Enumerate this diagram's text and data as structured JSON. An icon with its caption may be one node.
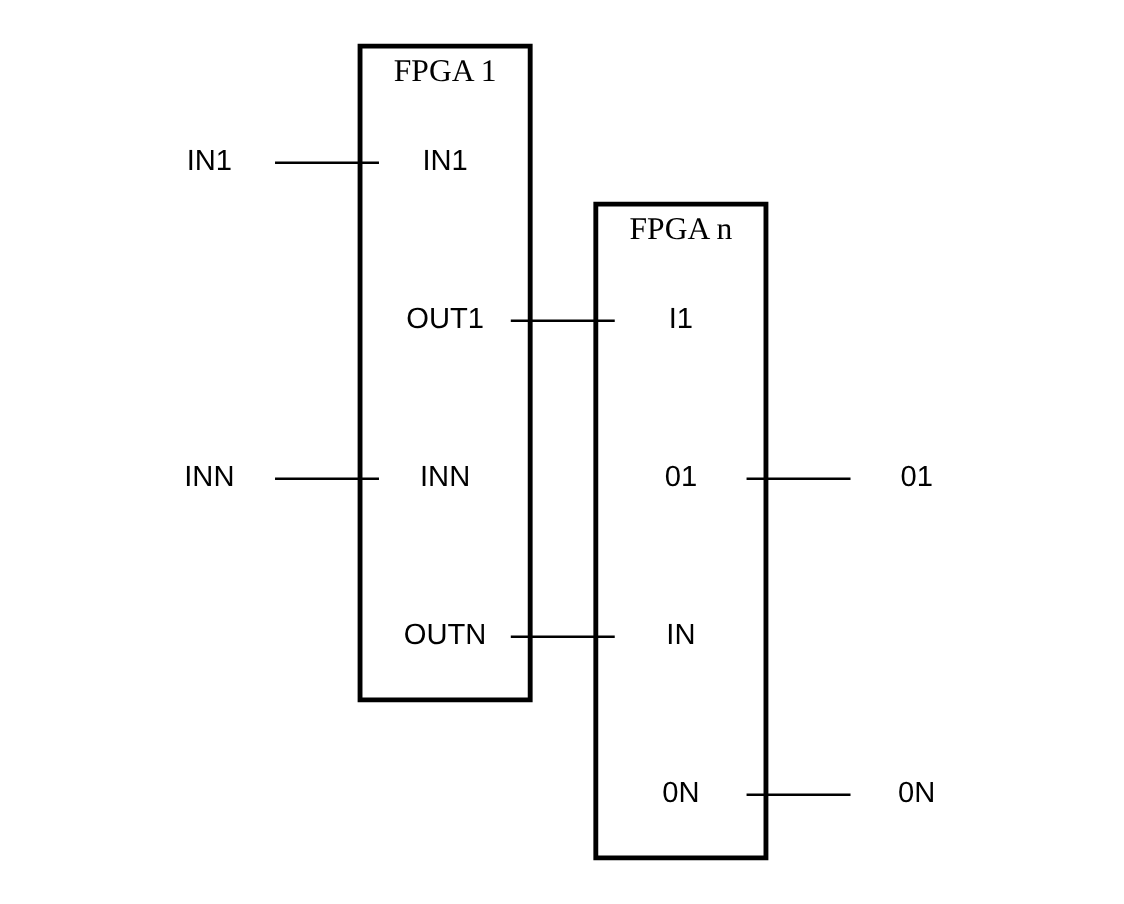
{
  "diagram": {
    "nodes": [
      {
        "text": [
          "FPGA 1"
        ]
      },
      {
        "text": [
          "IN1"
        ],
        "in": 0
      },
      {
        "text": [
          "OUT1"
        ],
        "in": 0
      },
      {
        "text": [
          "INN"
        ],
        "in": 0
      },
      {
        "text": [
          "OUTN"
        ],
        "in": 0
      },
      {
        "text": [
          "FPGA n"
        ]
      },
      {
        "text": [
          "I1"
        ],
        "in": 5
      },
      {
        "text": [
          "01"
        ],
        "in": 5
      },
      {
        "text": [
          "IN"
        ],
        "in": 5
      },
      {
        "text": [
          "0N"
        ],
        "in": 5
      },
      {
        "text": [
          "IN1"
        ]
      },
      {
        "text": [
          "INN"
        ]
      },
      {
        "text": [
          "01"
        ]
      },
      {
        "text": [
          "0N"
        ]
      }
    ],
    "edges": [
      {
        "from": 10,
        "to": 1,
        "arrow": "none"
      },
      {
        "from": 11,
        "to": 3,
        "arrow": "none"
      },
      {
        "from": 2,
        "to": 6,
        "arrow": "none"
      },
      {
        "from": 4,
        "to": 8,
        "arrow": "none"
      },
      {
        "from": 7,
        "to": 12,
        "arrow": "none"
      },
      {
        "from": 9,
        "to": 13,
        "arrow": "none"
      }
    ]
  }
}
